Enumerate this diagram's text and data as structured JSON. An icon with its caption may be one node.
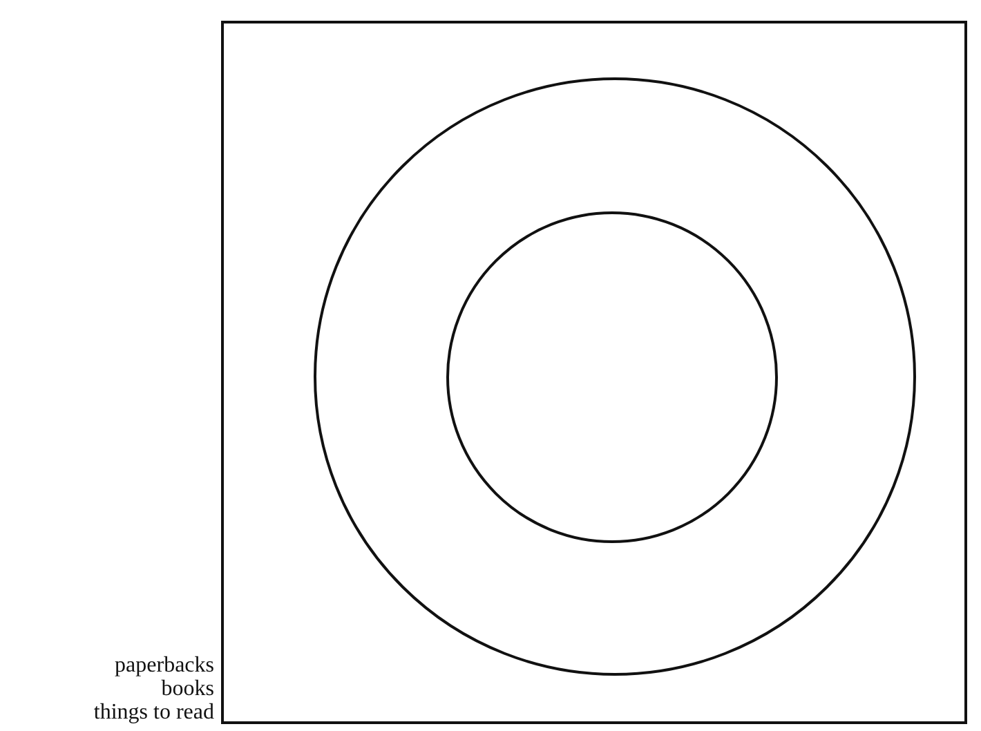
{
  "diagram": {
    "nodes": [
      {
        "text": [],
        "shape": "box"
      },
      {
        "text": [],
        "shape": "circle",
        "in": 0
      },
      {
        "text": [],
        "shape": "circle",
        "in": 1
      }
    ],
    "labels": [
      "paperbacks",
      "books",
      "things to read"
    ]
  }
}
